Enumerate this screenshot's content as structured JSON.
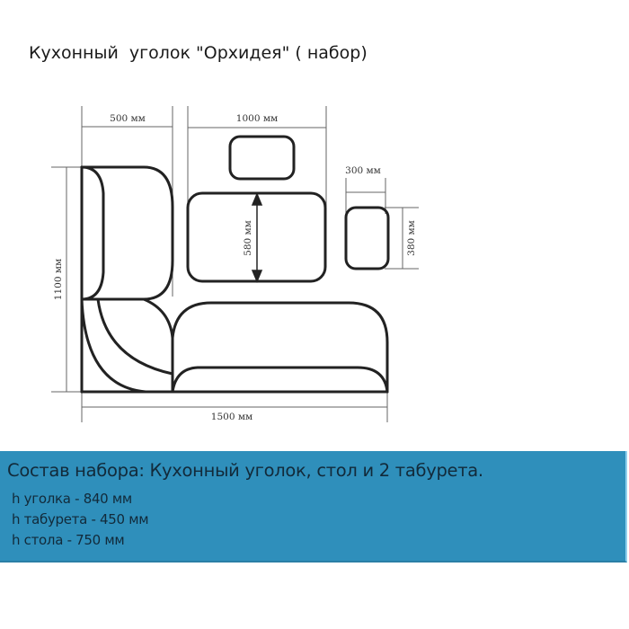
{
  "title": "Кухонный  уголок \"Орхидея\" ( набор)",
  "drawing": {
    "dimensions": {
      "corner_depth": "500 мм",
      "table_width": "1000 мм",
      "table_depth": "580 мм",
      "stool_width": "300 мм",
      "stool_depth": "380 мм",
      "corner_height": "1100 мм",
      "corner_length": "1500 мм"
    },
    "line_color": "#222222",
    "dim_line_color": "#666666"
  },
  "info": {
    "background_color": "#2f8fbb",
    "heading": "Состав набора: Кухонный уголок, стол и 2 табурета.",
    "specs": [
      "h уголка - 840 мм",
      "h табурета - 450 мм",
      "h стола - 750 мм"
    ]
  }
}
